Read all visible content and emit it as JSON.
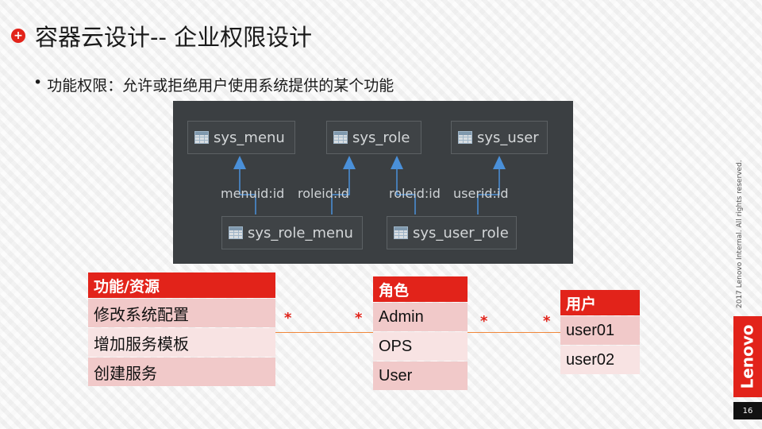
{
  "slide": {
    "title": "容器云设计-- 企业权限设计",
    "subtitle": "功能权限：允许或拒绝用户使用系统提供的某个功能",
    "bullet_dot": "•",
    "page_number": "16",
    "copyright": "2017 Lenovo Internal. All rights reserved.",
    "logo_text": "Lenovo",
    "badge_symbol": "+"
  },
  "diagram": {
    "nodes": {
      "sys_menu": "sys_menu",
      "sys_role": "sys_role",
      "sys_user": "sys_user",
      "sys_role_menu": "sys_role_menu",
      "sys_user_role": "sys_user_role"
    },
    "edge_labels": {
      "menuid": "menuid:id",
      "roleid_left": "roleid:id",
      "roleid_right": "roleid:id",
      "userid": "userid:id"
    }
  },
  "entities": {
    "function_resource": {
      "header": "功能/资源",
      "rows": [
        "修改系统配置",
        "增加服务模板",
        "创建服务"
      ]
    },
    "role": {
      "header": "角色",
      "rows": [
        "Admin",
        "OPS",
        "User"
      ]
    },
    "user": {
      "header": "用户",
      "rows": [
        "user01",
        "user02"
      ]
    }
  },
  "multiplicity": {
    "star": "*"
  },
  "colors": {
    "accent_red": "#e2231a",
    "diagram_bg": "#3b3f42",
    "arrow_blue": "#4a90d9",
    "connector_orange": "#f0873a"
  }
}
